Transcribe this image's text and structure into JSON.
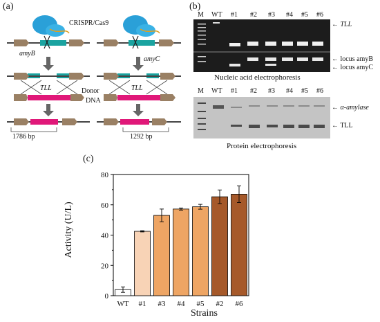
{
  "panel_a": {
    "label": "(a)",
    "method": "CRISPR/Cas9",
    "gene_left": "amyB",
    "gene_right": "amyC",
    "insert_left": "TLL",
    "insert_right": "TLL",
    "donor": "Donor",
    "donor2": "DNA",
    "size_left": "1786 bp",
    "size_right": "1292 bp"
  },
  "panel_b": {
    "label": "(b)",
    "lanes": [
      "M",
      "WT",
      "#1",
      "#2",
      "#3",
      "#4",
      "#5",
      "#6"
    ],
    "nucleic_labels": [
      "TLL",
      "locus amyB",
      "locus amyC"
    ],
    "nucleic_caption": "Nucleic acid electrophoresis",
    "protein_labels": [
      "α-amylase",
      "TLL"
    ],
    "protein_caption": "Protein electrophoresis"
  },
  "panel_c": {
    "label": "(c)",
    "bar_colors": [
      "#ffffff",
      "#f8d3b6",
      "#eea564",
      "#eea564",
      "#eea564",
      "#a6592a",
      "#a6592a"
    ]
  },
  "chart_data": {
    "type": "bar",
    "categories": [
      "WT",
      "#1",
      "#3",
      "#4",
      "#5",
      "#2",
      "#6"
    ],
    "values": [
      4,
      42.5,
      53,
      57.2,
      58.7,
      65.3,
      67
    ],
    "errors": [
      1.8,
      0.4,
      4.2,
      0.7,
      1.6,
      4.5,
      5.5
    ],
    "xlabel": "Strains",
    "ylabel": "Activity (U/L)",
    "ylim": [
      0,
      80
    ],
    "yticks": [
      0,
      20,
      40,
      60,
      80
    ]
  }
}
